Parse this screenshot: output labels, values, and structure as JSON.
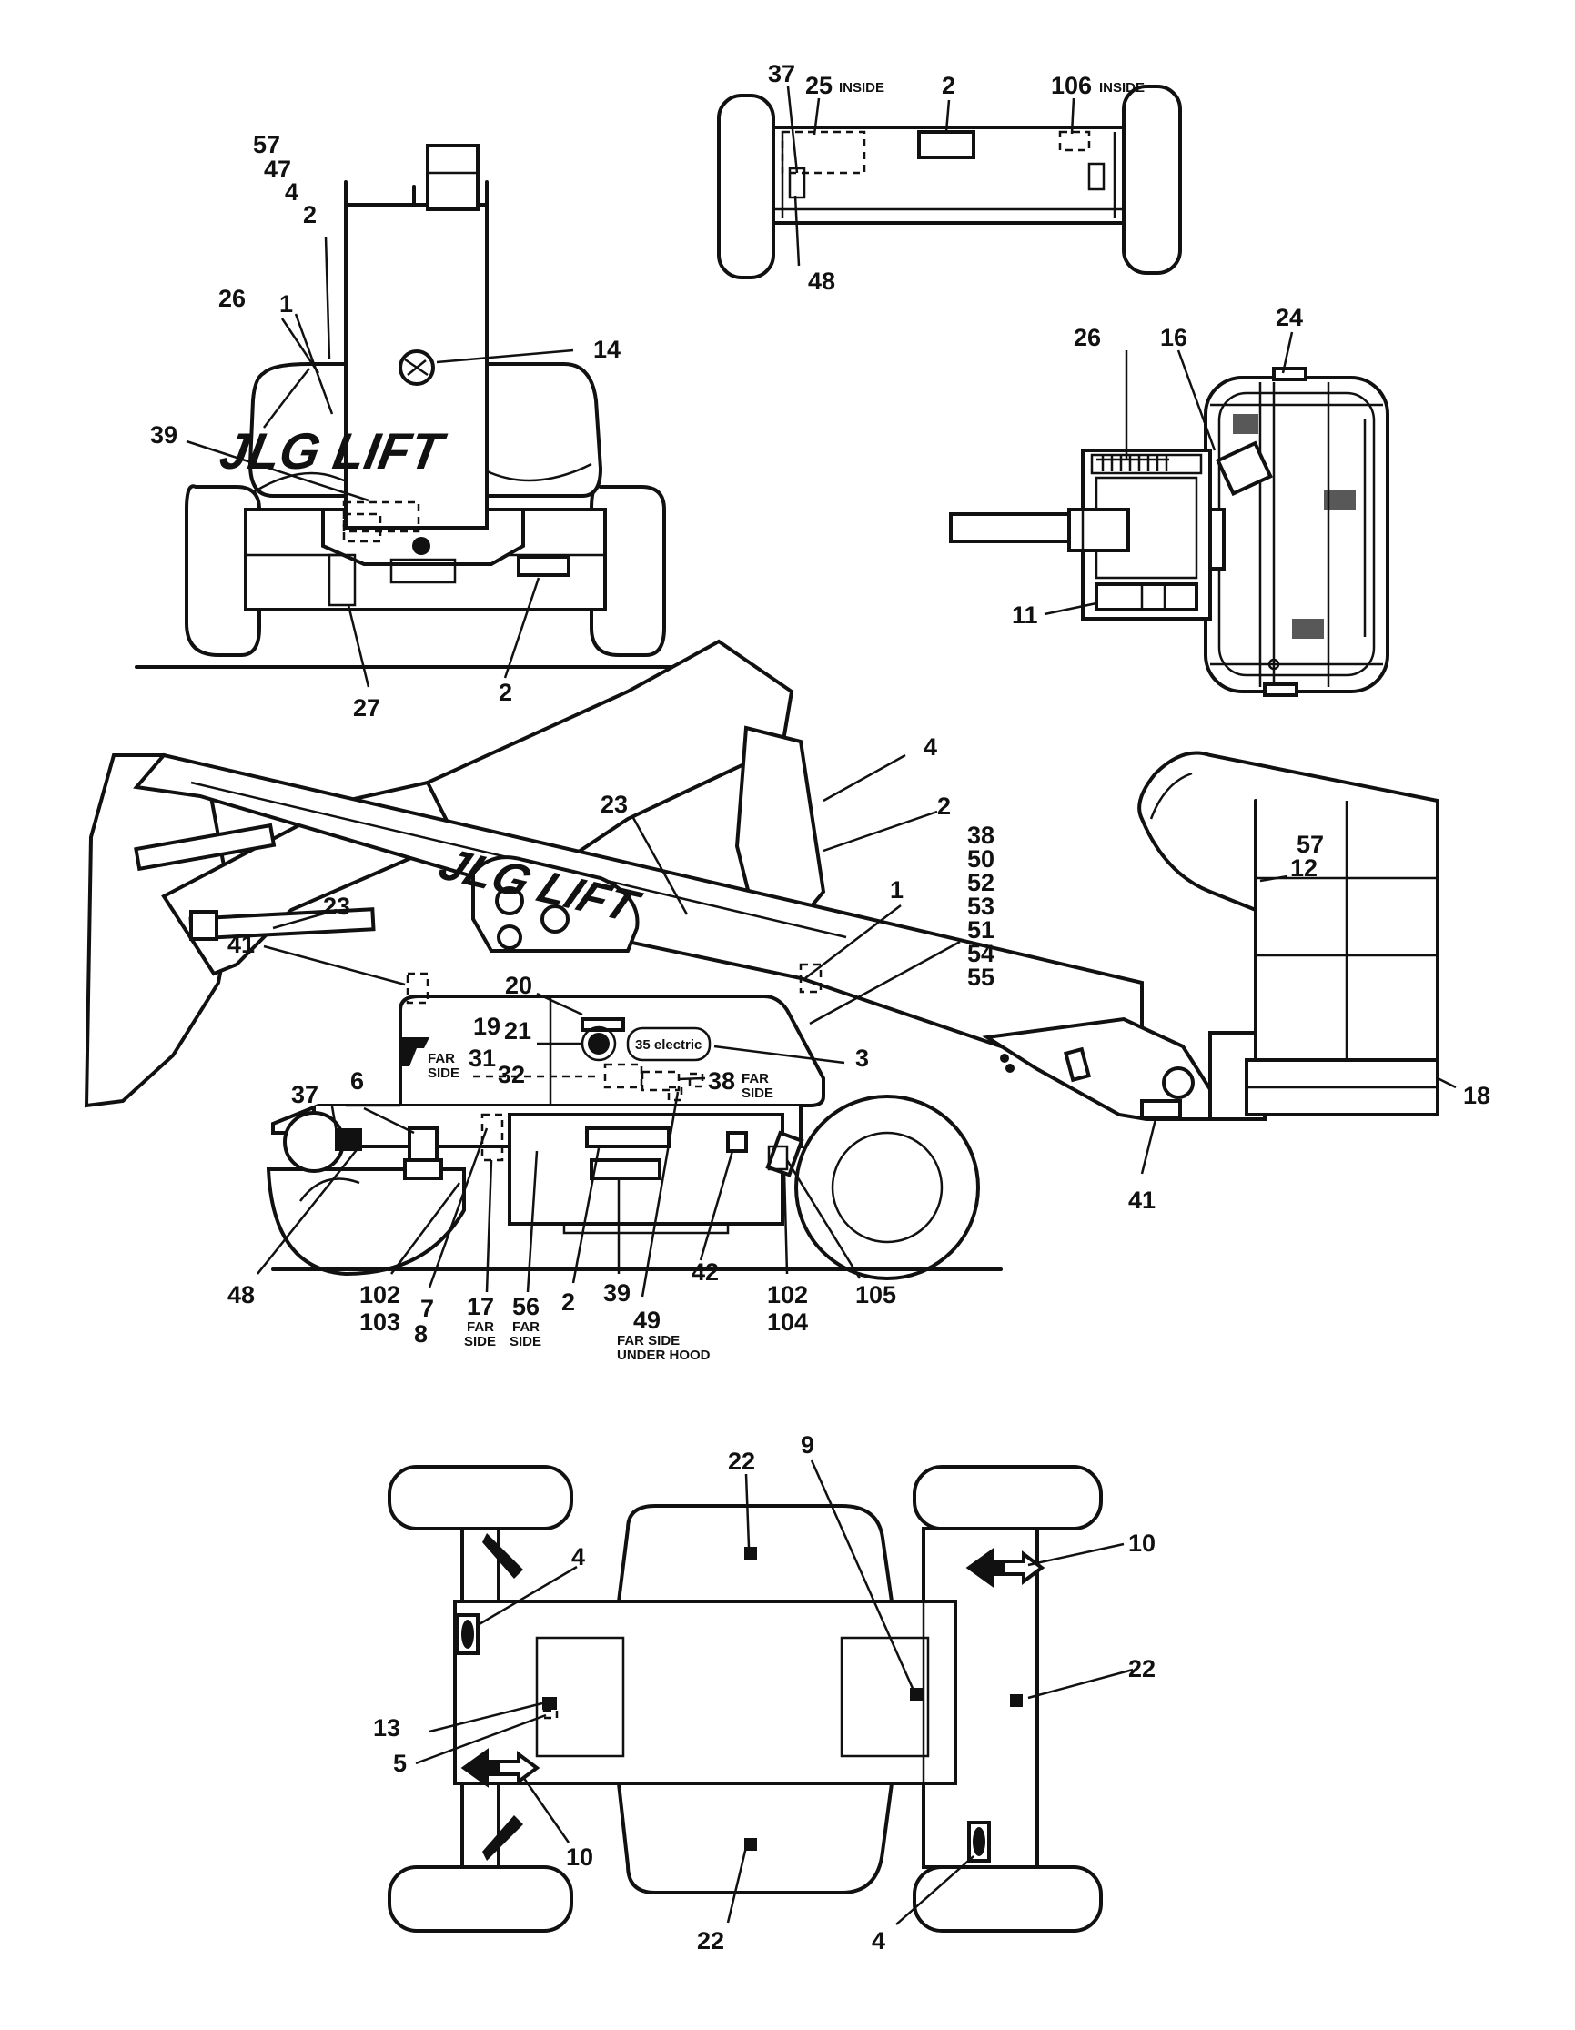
{
  "logo": {
    "text": "JLG LIFT",
    "badge": "35 electric"
  },
  "notes": {
    "inside": "INSIDE",
    "far_side": "FAR SIDE",
    "under_hood": "UNDER HOOD",
    "far": "FAR",
    "side": "SIDE"
  },
  "callouts": {
    "rear": [
      "57",
      "47",
      "4",
      "2",
      "26",
      "1",
      "14",
      "39",
      "27",
      "2"
    ],
    "top_axle": [
      "37",
      "25",
      "2",
      "106",
      "48"
    ],
    "platform": [
      "26",
      "16",
      "24",
      "11"
    ],
    "side": [
      "4",
      "2",
      "38",
      "50",
      "52",
      "53",
      "51",
      "54",
      "55",
      "23",
      "1",
      "57",
      "12",
      "23",
      "41",
      "20",
      "19",
      "21",
      "31",
      "32",
      "3",
      "38",
      "18",
      "37",
      "6",
      "41",
      "48",
      "102",
      "103",
      "7",
      "8",
      "17",
      "56",
      "2",
      "39",
      "49",
      "42",
      "102",
      "104",
      "105"
    ],
    "plan": [
      "22",
      "9",
      "4",
      "10",
      "13",
      "5",
      "22",
      "10",
      "22",
      "4"
    ]
  }
}
